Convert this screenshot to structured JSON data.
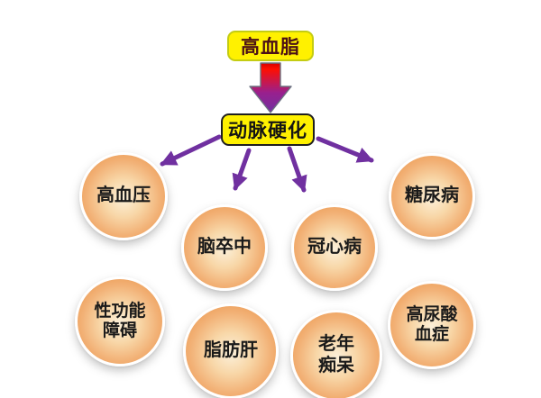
{
  "diagram": {
    "root_box": {
      "label": "高血脂"
    },
    "cause_box": {
      "label": "动脉硬化"
    },
    "nodes": [
      {
        "id": "hypertension",
        "label": "高血压"
      },
      {
        "id": "stroke",
        "label": "脑卒中"
      },
      {
        "id": "coronary-heart-disease",
        "label": "冠心病"
      },
      {
        "id": "diabetes",
        "label": "糖尿病"
      },
      {
        "id": "sexual-dysfunction",
        "label": "性功能\n障碍"
      },
      {
        "id": "fatty-liver",
        "label": "脂肪肝"
      },
      {
        "id": "senile-dementia",
        "label": "老年\n痴呆"
      },
      {
        "id": "hyperuricemia",
        "label": "高尿酸\n血症"
      }
    ],
    "icons": {
      "main_flow_arrow": "gradient-down-arrow",
      "branch_arrow": "purple-line-arrow"
    },
    "colors": {
      "background": "#FFFFFF",
      "box_background": "#FFF100",
      "root_box_border": "#C4CC12",
      "cause_box_border": "#1F1F1F",
      "root_text": "#4B1016",
      "cause_text": "#141414",
      "arrow_purple": "#7030A0",
      "arrow_gradient_top": "#FF0000",
      "arrow_gradient_bottom": "#7030A0",
      "circle_center": "#FCF0DA",
      "circle_edge": "#EC9A52",
      "circle_rim": "#FFFFFF",
      "node_text": "#1A1A1A"
    }
  }
}
